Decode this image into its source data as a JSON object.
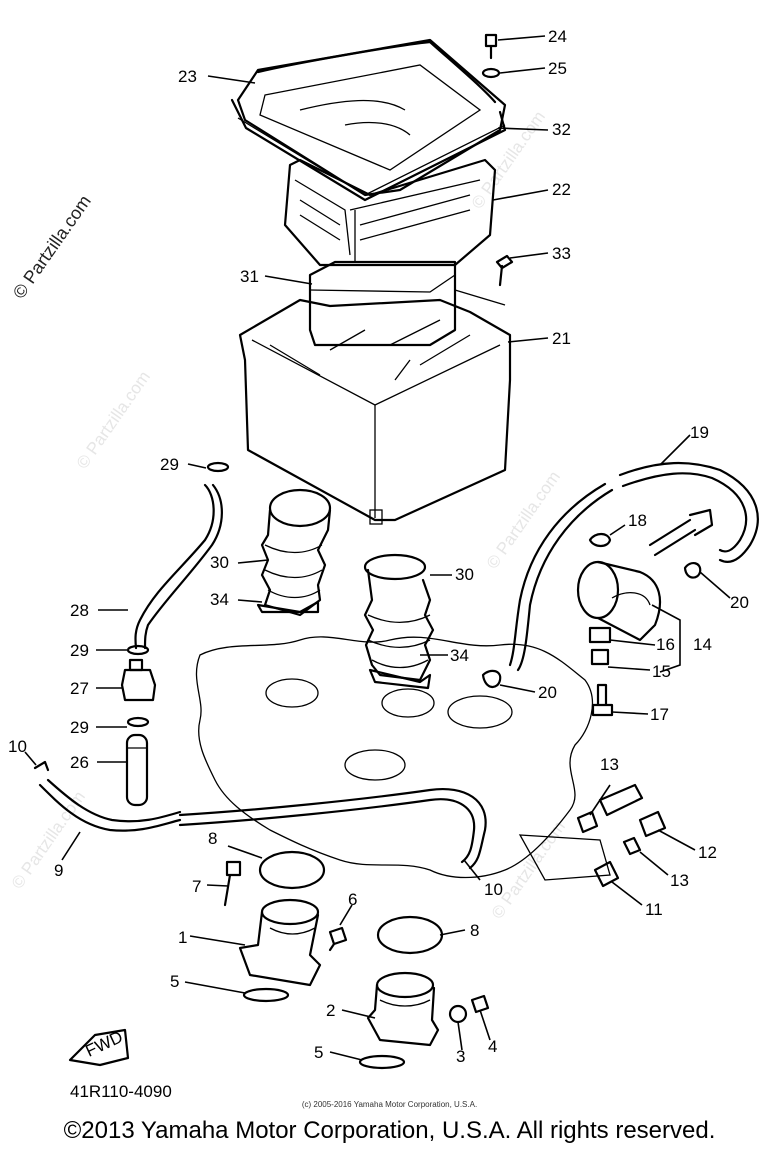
{
  "watermark": "© Partzilla.com",
  "diagram_code": "41R110-4090",
  "fwd_label": "FWD",
  "copyright_small": "(c) 2005-2016 Yamaha Motor Corporation, U.S.A.",
  "copyright_main": "©2013 Yamaha Motor Corporation, U.S.A. All rights reserved.",
  "callouts": [
    {
      "id": "c24",
      "text": "24"
    },
    {
      "id": "c25",
      "text": "25"
    },
    {
      "id": "c23",
      "text": "23"
    },
    {
      "id": "c32",
      "text": "32"
    },
    {
      "id": "c22",
      "text": "22"
    },
    {
      "id": "c33",
      "text": "33"
    },
    {
      "id": "c31",
      "text": "31"
    },
    {
      "id": "c21",
      "text": "21"
    },
    {
      "id": "c19",
      "text": "19"
    },
    {
      "id": "c29a",
      "text": "29"
    },
    {
      "id": "c18",
      "text": "18"
    },
    {
      "id": "c30a",
      "text": "30"
    },
    {
      "id": "c30b",
      "text": "30"
    },
    {
      "id": "c20a",
      "text": "20"
    },
    {
      "id": "c34a",
      "text": "34"
    },
    {
      "id": "c28",
      "text": "28"
    },
    {
      "id": "c16",
      "text": "16"
    },
    {
      "id": "c14",
      "text": "14"
    },
    {
      "id": "c29b",
      "text": "29"
    },
    {
      "id": "c34b",
      "text": "34"
    },
    {
      "id": "c15",
      "text": "15"
    },
    {
      "id": "c27",
      "text": "27"
    },
    {
      "id": "c20b",
      "text": "20"
    },
    {
      "id": "c17",
      "text": "17"
    },
    {
      "id": "c29c",
      "text": "29"
    },
    {
      "id": "c10a",
      "text": "10"
    },
    {
      "id": "c26",
      "text": "26"
    },
    {
      "id": "c13a",
      "text": "13"
    },
    {
      "id": "c12",
      "text": "12"
    },
    {
      "id": "c8a",
      "text": "8"
    },
    {
      "id": "c9",
      "text": "9"
    },
    {
      "id": "c10b",
      "text": "10"
    },
    {
      "id": "c13b",
      "text": "13"
    },
    {
      "id": "c7",
      "text": "7"
    },
    {
      "id": "c11",
      "text": "11"
    },
    {
      "id": "c6",
      "text": "6"
    },
    {
      "id": "c1",
      "text": "1"
    },
    {
      "id": "c8b",
      "text": "8"
    },
    {
      "id": "c5a",
      "text": "5"
    },
    {
      "id": "c2",
      "text": "2"
    },
    {
      "id": "c4",
      "text": "4"
    },
    {
      "id": "c3",
      "text": "3"
    },
    {
      "id": "c5b",
      "text": "5"
    }
  ]
}
